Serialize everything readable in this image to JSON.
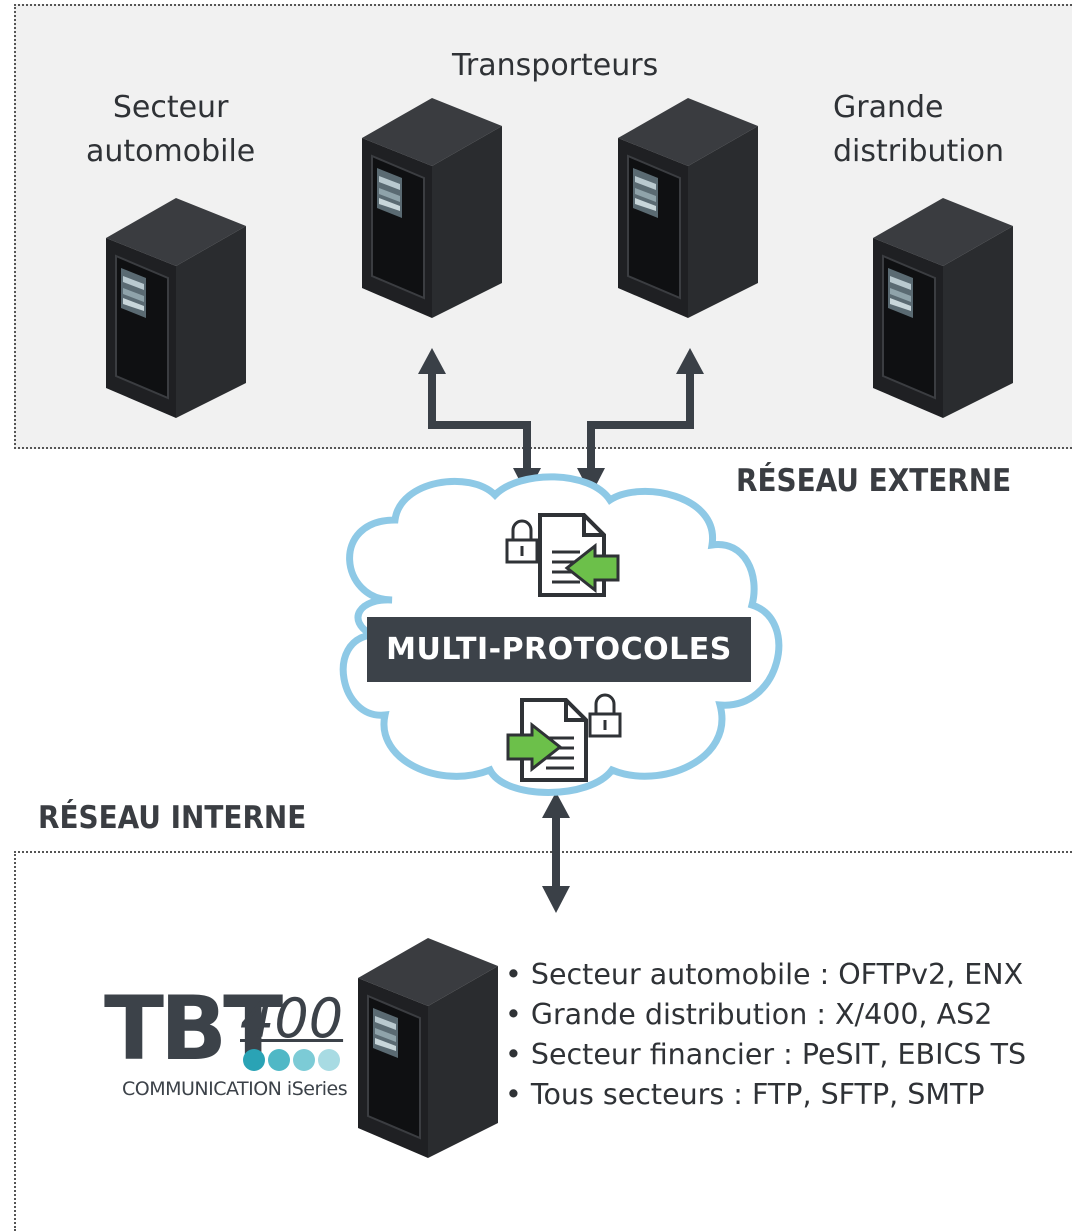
{
  "external_zone": {
    "label": "RÉSEAU EXTERNE",
    "groups": {
      "automotive": [
        "Secteur",
        "automobile"
      ],
      "transporters": "Transporteurs",
      "retail": [
        "Grande",
        "distribution"
      ]
    }
  },
  "cloud": {
    "label": "MULTI-PROTOCOLES"
  },
  "internal_zone": {
    "label": "RÉSEAU INTERNE",
    "protocols": [
      "Secteur automobile : OFTPv2, ENX",
      "Grande distribution : X/400, AS2",
      "Secteur financier : PeSIT, EBICS TS",
      "Tous secteurs : FTP, SFTP, SMTP"
    ]
  },
  "brand": {
    "name": "TBT",
    "version": "400",
    "tagline": "COMMUNICATION iSeries"
  },
  "colors": {
    "server_dark": "#1e1f21",
    "server_side": "#2c2e31",
    "arrow": "#3a4047",
    "cloud_stroke": "#8ec9e6",
    "accent_green": "#6cc04a",
    "banner": "#3c4249",
    "brand_teal": "#2aa3b5"
  },
  "icons": [
    "server-icon",
    "lock-icon",
    "document-icon",
    "arrow-icon",
    "cloud-icon"
  ]
}
